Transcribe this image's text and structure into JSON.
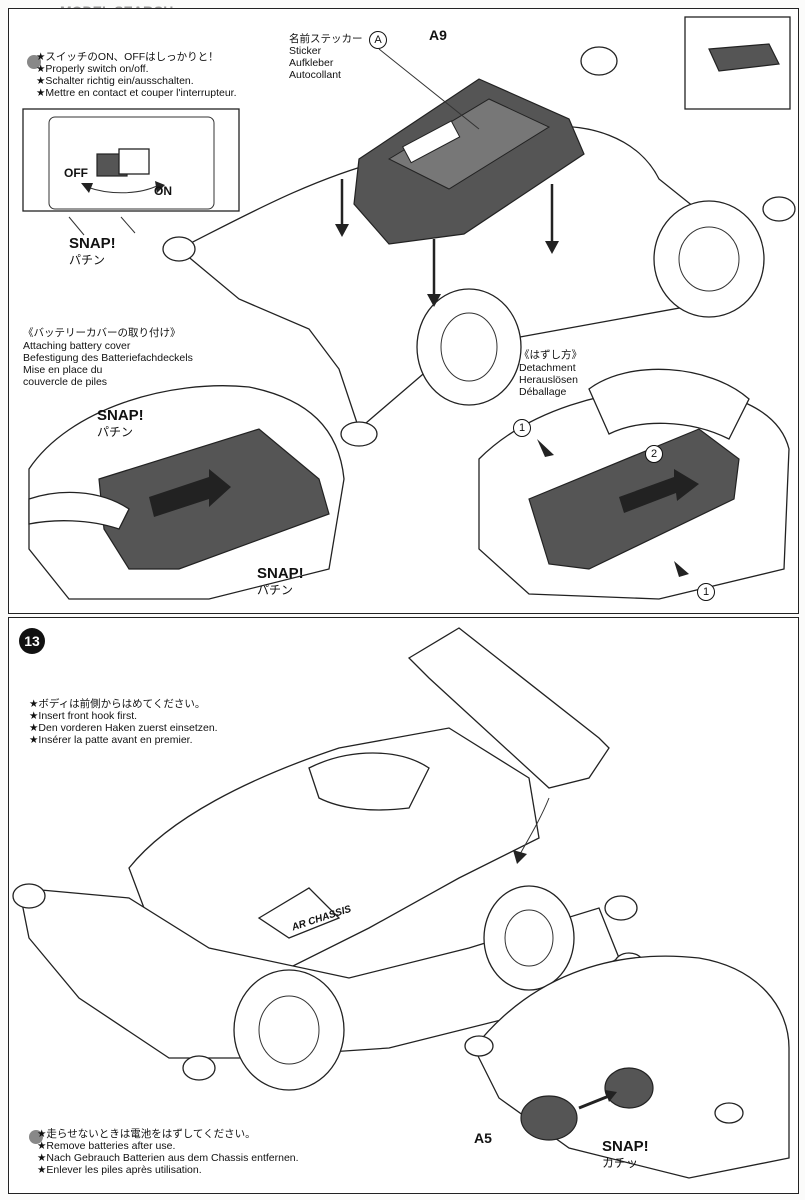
{
  "watermark": "MODEL SEARCH",
  "step12": {
    "switch_notes": [
      "★スイッチのON、OFFはしっかりと！",
      "★Properly switch on/off.",
      "★Schalter richtig ein/ausschalten.",
      "★Mettre en contact et couper l'interrupteur."
    ],
    "switch_off": "OFF",
    "switch_on": "ON",
    "switch_label": "ON",
    "snap1": "SNAP!",
    "snap1_jp": "パチン",
    "sticker_lines": [
      "名前ステッカー",
      "Sticker",
      "Aufkleber",
      "Autocollant"
    ],
    "sticker_ref": "A",
    "part_a9": "A9",
    "attach_lines": [
      "《バッテリーカバーの取り付け》",
      "Attaching battery cover",
      "Befestigung des Batteriefachdeckels",
      "Mise en place du",
      "couvercle de piles"
    ],
    "snap2": "SNAP!",
    "snap2_jp": "パチン",
    "snap3": "SNAP!",
    "snap3_jp": "パチン",
    "detach_lines": [
      "《はずし方》",
      "Detachment",
      "Herauslösen",
      "Déballage"
    ],
    "num1": "1",
    "num2": "2",
    "num1b": "1"
  },
  "step13": {
    "number": "13",
    "body_notes": [
      "★ボディは前側からはめてください。",
      "★Insert front hook first.",
      "★Den vorderen Haken zuerst einsetzen.",
      "★Insérer la patte avant en premier."
    ],
    "battery_notes": [
      "★走らせないときは電池をはずしてください。",
      "★Remove batteries after use.",
      "★Nach Gebrauch Batterien aus dem Chassis entfernen.",
      "★Enlever les piles après utilisation."
    ],
    "chassis_text": "AR CHASSIS",
    "part_a5": "A5",
    "snap": "SNAP!",
    "snap_jp": "カチッ"
  },
  "colors": {
    "part_dark": "#555555",
    "outline": "#222222"
  },
  "icons": [
    "arrow-icon",
    "switch-icon",
    "finger-icon"
  ]
}
